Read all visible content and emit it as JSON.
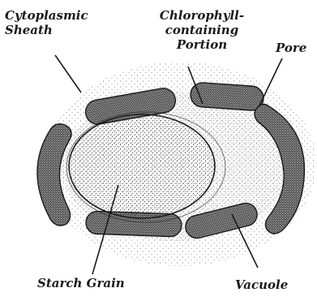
{
  "labels": {
    "cytoplasmic_line1": "Cytoplasmic",
    "cytoplasmic_line2": "Sheath",
    "chloro_line1": "Chlorophyll-",
    "chloro_line2": "containing",
    "chloro_line3": "Portion",
    "pore": "Pore",
    "starch_grain": "Starch Grain",
    "vacuole": "Vacuole"
  },
  "colors": {
    "ink": "#1a1a1a",
    "stipple": "#2b2b2b",
    "background": "#ffffff"
  }
}
